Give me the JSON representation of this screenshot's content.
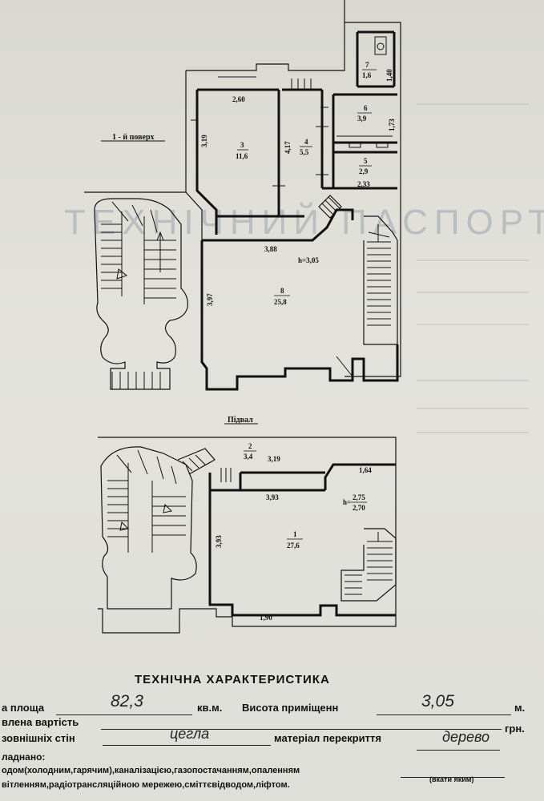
{
  "plan": {
    "floor1_title": "1 - й поверх",
    "basement_title": "Підвал",
    "floor1": {
      "rooms": [
        {
          "number": "3",
          "area": "11,6"
        },
        {
          "number": "4",
          "area": "5,5"
        },
        {
          "number": "5",
          "area": "2,9"
        },
        {
          "number": "6",
          "area": "3,9"
        },
        {
          "number": "7",
          "area": "1,6"
        },
        {
          "number": "8",
          "area": "25,8"
        }
      ],
      "dimensions": [
        "2,60",
        "3,19",
        "4,17",
        "1,40",
        "1,73",
        "2,33",
        "3,88",
        "3,97"
      ],
      "height": "h=3,05"
    },
    "basement": {
      "rooms": [
        {
          "number": "2",
          "area": "3,4"
        },
        {
          "number": "1",
          "area": "27,6"
        }
      ],
      "dimensions": [
        "3,19",
        "1,64",
        "3,93",
        "3,93",
        "1,90"
      ],
      "height_label": "h=",
      "height_upper": "2,75",
      "height_lower": "2,70"
    }
  },
  "characteristics": {
    "title": "ТЕХНІЧНА ХАРАКТЕРИСТИКА",
    "area_label": "а площа",
    "area_value": "82,3",
    "area_unit": "кв.м.",
    "height_label": "Висота приміщенн",
    "height_value": "3,05",
    "height_unit": "м.",
    "cost_label": "влена вартість",
    "cost_unit": "грн.",
    "walls_label": "зовнішніх стін",
    "walls_value": "цегла",
    "ceiling_label": "матеріал перекриття",
    "ceiling_value": "дерево",
    "equipped_label": "ладнано:",
    "utilities_line1": "одом(холодним,гарячим),каналізацією,газопостачанням,опаленням",
    "utilities_line2": "вітленням,радіотрансляційною мережею,сміттєвідводом,ліфтом.",
    "utilities_note": "(вкати яким)"
  }
}
